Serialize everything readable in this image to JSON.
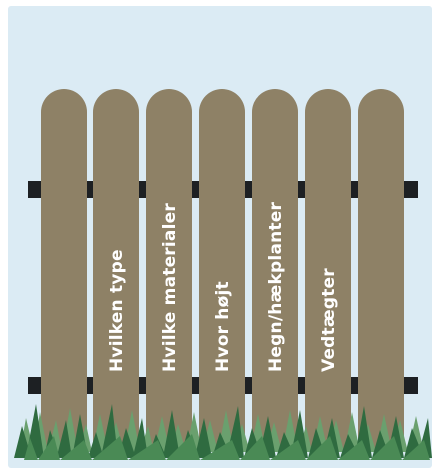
{
  "colors": {
    "background": "#dbebf4",
    "frame": "#ffffff",
    "plank": "#8e8166",
    "plank_edge": "#7a6e55",
    "rail": "#1d2023",
    "grass_dark": "#2f6b40",
    "grass_mid": "#4a8a55",
    "grass_light": "#6aa06e",
    "label": "#ffffff"
  },
  "fence": {
    "planks": [
      {
        "label": ""
      },
      {
        "label": "Hvilken type"
      },
      {
        "label": "Hvilke materialer"
      },
      {
        "label": "Hvor højt"
      },
      {
        "label": "Hegn/hækplanter"
      },
      {
        "label": "Vedtægter"
      },
      {
        "label": ""
      }
    ]
  }
}
